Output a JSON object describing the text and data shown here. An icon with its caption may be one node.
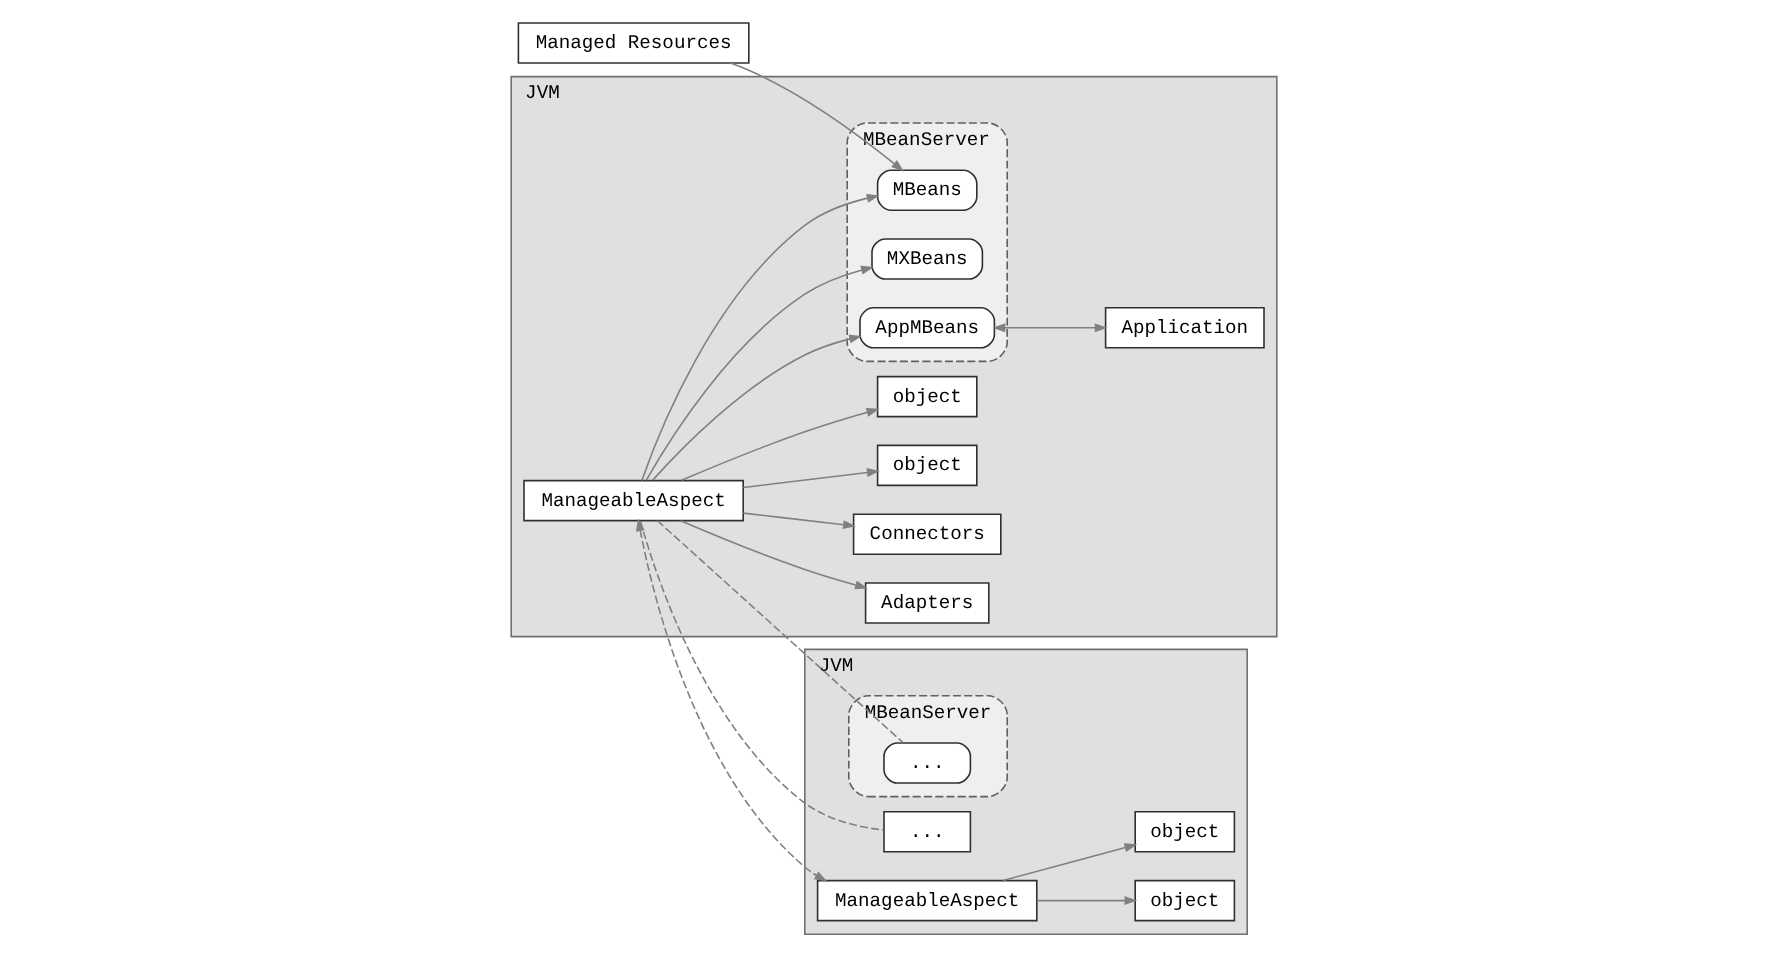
{
  "diagram": {
    "nodes": [
      {
        "text": [
          "Managed Resources"
        ]
      },
      {
        "text": [
          "JVM"
        ]
      },
      {
        "text": [
          "MBeanServer"
        ],
        "in": 1
      },
      {
        "text": [
          "MBeans"
        ],
        "in": 2
      },
      {
        "text": [
          "MXBeans"
        ],
        "in": 2
      },
      {
        "text": [
          "AppMBeans"
        ],
        "in": 2
      },
      {
        "text": [
          "Application"
        ],
        "in": 1
      },
      {
        "text": [
          "Adapters"
        ],
        "in": 1
      },
      {
        "text": [
          "Connectors"
        ],
        "in": 1
      },
      {
        "text": [
          "ManageableAspect"
        ],
        "in": 1
      },
      {
        "text": [
          "object"
        ],
        "in": 1
      },
      {
        "text": [
          "object"
        ],
        "in": 1
      },
      {
        "text": [
          "JVM"
        ]
      },
      {
        "text": [
          "MBeanServer"
        ],
        "in": 12
      },
      {
        "text": [
          "..."
        ],
        "in": 12
      },
      {
        "text": [
          "..."
        ],
        "in": 13
      },
      {
        "text": [
          "ManageableAspect"
        ],
        "in": 12
      },
      {
        "text": [
          "object"
        ],
        "in": 12
      },
      {
        "text": [
          "object"
        ],
        "in": 12
      }
    ],
    "edges": [
      {
        "from": 0,
        "to": 3,
        "arrow": "to"
      },
      {
        "from": 5,
        "to": 6,
        "arrow": "both"
      },
      {
        "from": 9,
        "to": 3,
        "arrow": "to"
      },
      {
        "from": 9,
        "to": 4,
        "arrow": "to"
      },
      {
        "from": 9,
        "to": 5,
        "arrow": "to"
      },
      {
        "from": 9,
        "to": 7,
        "arrow": "to"
      },
      {
        "from": 9,
        "to": 8,
        "arrow": "to"
      },
      {
        "from": 9,
        "to": 10,
        "arrow": "to"
      },
      {
        "from": 9,
        "to": 11,
        "arrow": "to"
      },
      {
        "from": 9,
        "to": 16,
        "arrow": "both",
        "style": "dashed"
      },
      {
        "from": 9,
        "to": 14,
        "arrow": "none",
        "style": "dashed"
      },
      {
        "from": 9,
        "to": 15,
        "arrow": "none",
        "style": "dashed"
      },
      {
        "from": 16,
        "to": 17,
        "arrow": "to"
      },
      {
        "from": 16,
        "to": 18,
        "arrow": "to"
      }
    ]
  }
}
